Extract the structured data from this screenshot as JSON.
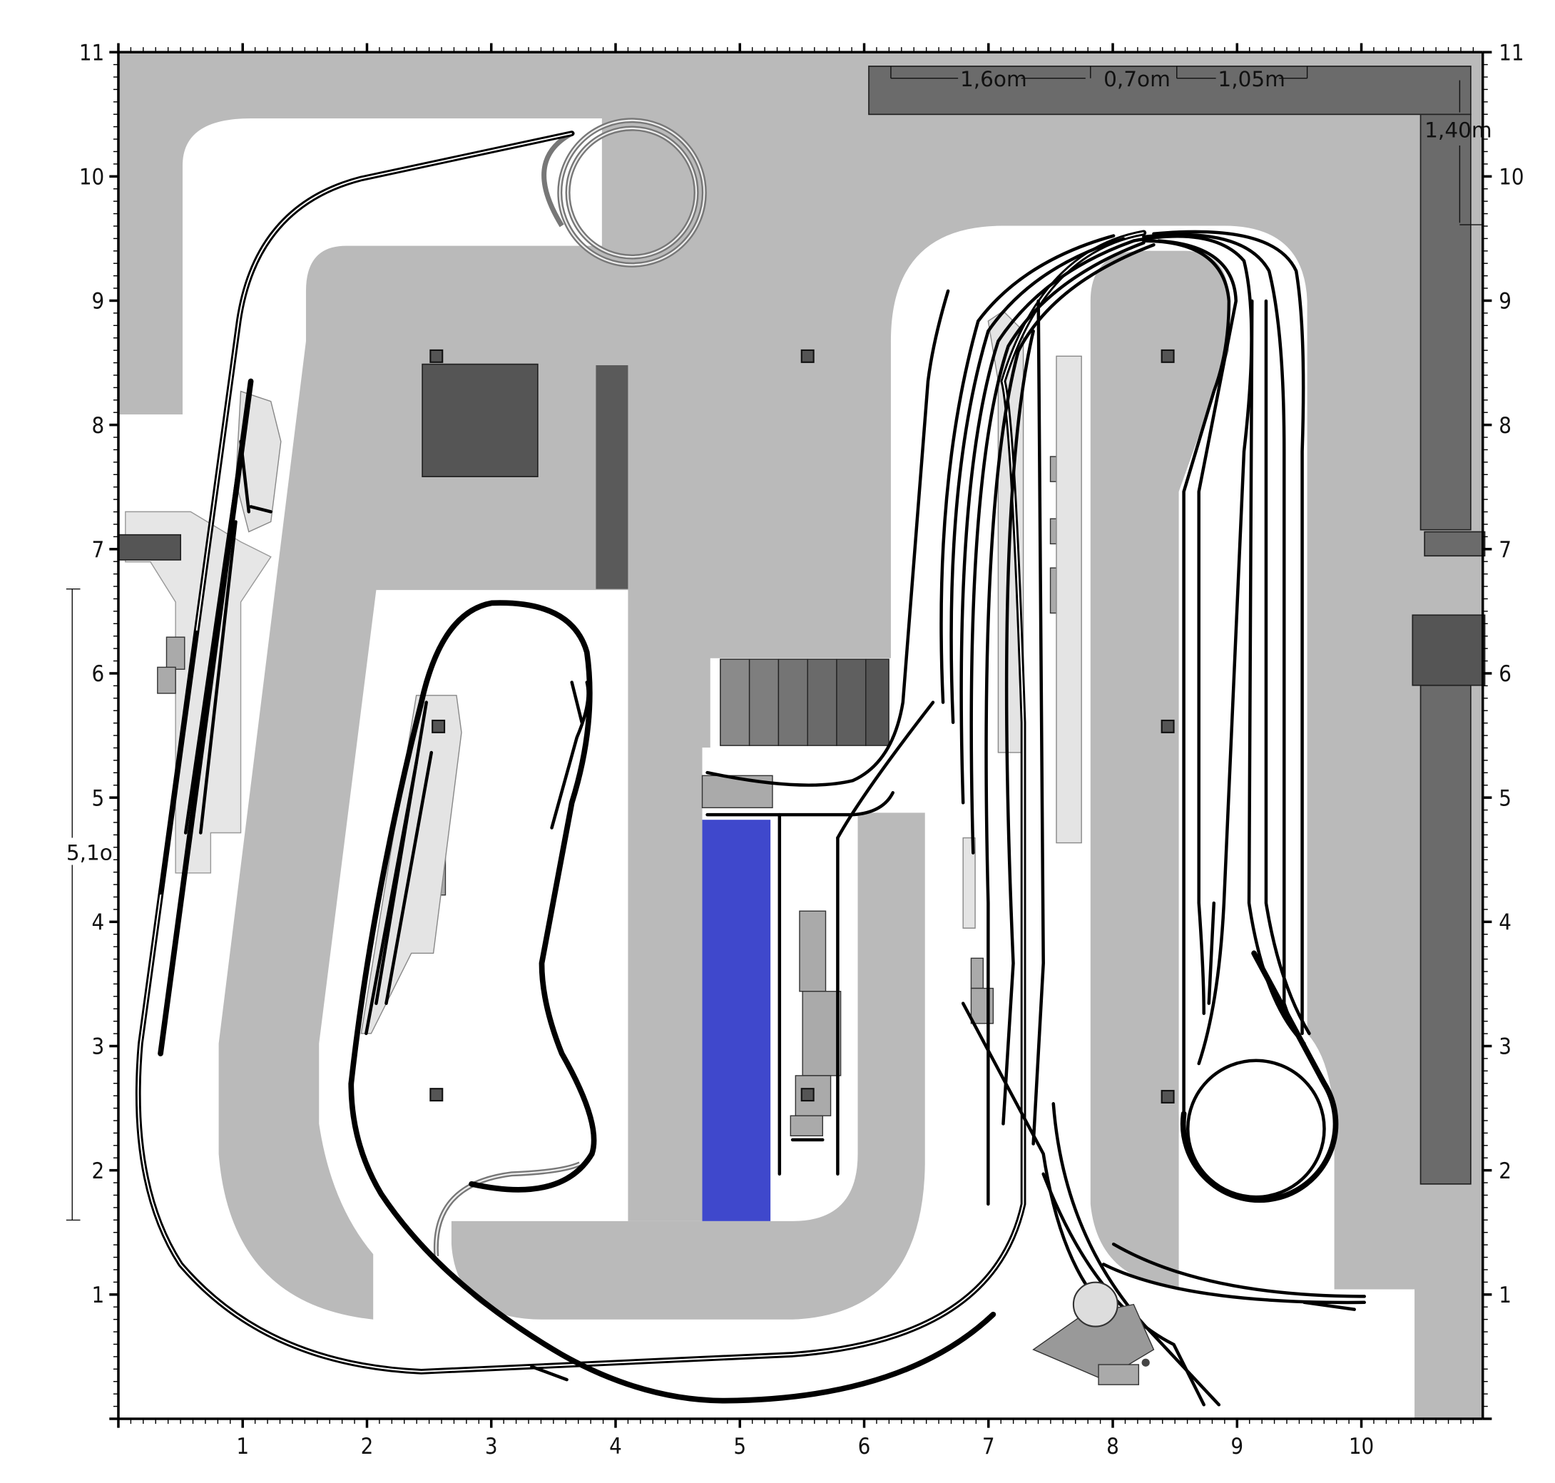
{
  "title": "Model railway track plan",
  "axes": {
    "x_labels": [
      "1",
      "2",
      "3",
      "4",
      "5",
      "6",
      "7",
      "8",
      "9",
      "10"
    ],
    "y_labels": [
      "1",
      "2",
      "3",
      "4",
      "5",
      "6",
      "7",
      "8",
      "9",
      "10",
      "11"
    ],
    "x_range": [
      0,
      11
    ],
    "y_range": [
      0,
      11
    ]
  },
  "dimensions": {
    "top_1": "1,6om",
    "top_2": "0,7om",
    "top_3": "1,05m",
    "right": "1,40m",
    "left": "5,1o"
  },
  "colors": {
    "floor": "#bababa",
    "aisle": "#ffffff",
    "wall": "#6b6b6b",
    "water": "#3f48cc",
    "track": "#000000"
  }
}
